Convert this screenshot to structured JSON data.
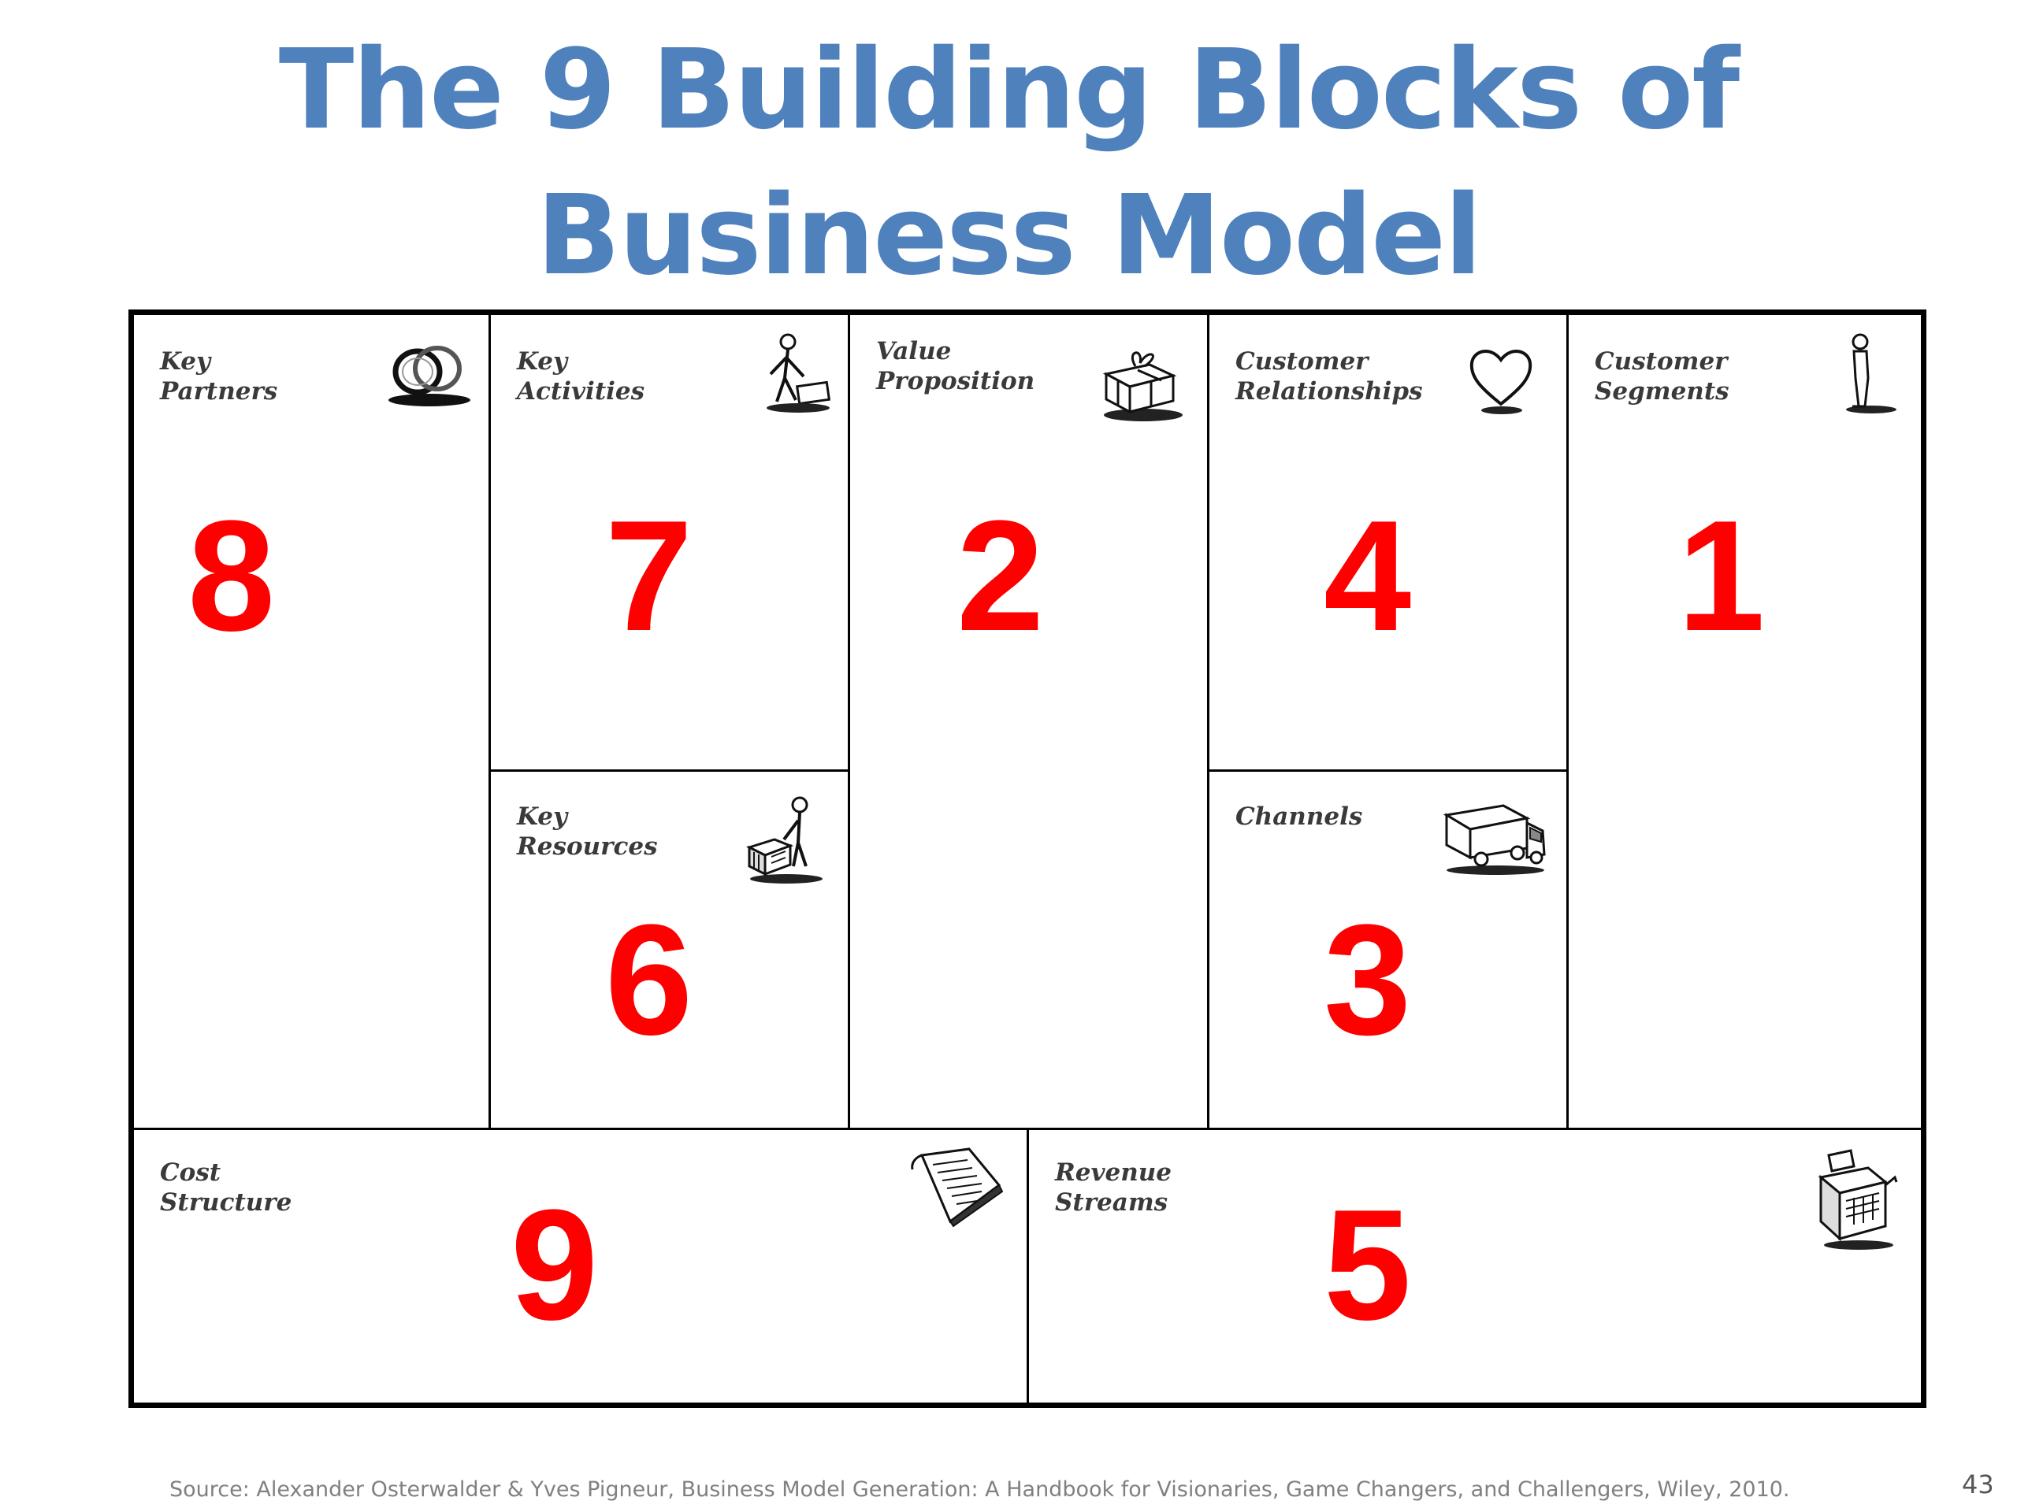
{
  "title": {
    "line1": "The 9 Building Blocks of",
    "line2": "Business Model"
  },
  "blocks": {
    "key_partners": {
      "label_line1": "Key",
      "label_line2": "Partners",
      "number": "8",
      "icon": "rings-icon"
    },
    "key_activities": {
      "label_line1": "Key",
      "label_line2": "Activities",
      "number": "7",
      "icon": "worker-icon"
    },
    "value_proposition": {
      "label_line1": "Value",
      "label_line2": "Proposition",
      "number": "2",
      "icon": "gift-icon"
    },
    "customer_relationships": {
      "label_line1": "Customer",
      "label_line2": "Relationships",
      "number": "4",
      "icon": "heart-icon"
    },
    "customer_segments": {
      "label_line1": "Customer",
      "label_line2": "Segments",
      "number": "1",
      "icon": "person-icon"
    },
    "key_resources": {
      "label_line1": "Key",
      "label_line2": "Resources",
      "number": "6",
      "icon": "worker-crate-icon"
    },
    "channels": {
      "label_line1": "Channels",
      "number": "3",
      "icon": "truck-icon"
    },
    "cost_structure": {
      "label_line1": "Cost",
      "label_line2": "Structure",
      "number": "9",
      "icon": "price-tag-icon"
    },
    "revenue_streams": {
      "label_line1": "Revenue",
      "label_line2": "Streams",
      "number": "5",
      "icon": "cash-register-icon"
    }
  },
  "colors": {
    "title": "#4f81bd",
    "numbers": "#ff0000",
    "border": "#000000",
    "source": "#808080"
  },
  "source": "Source: Alexander Osterwalder & Yves Pigneur, Business Model Generation: A Handbook for Visionaries, Game Changers, and Challengers, Wiley, 2010.",
  "page_number": "43"
}
